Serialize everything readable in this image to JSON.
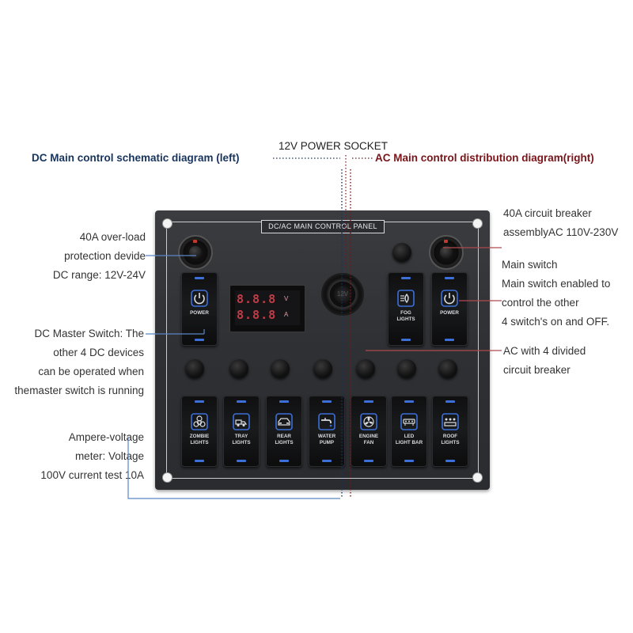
{
  "headings": {
    "dc": "DC Main control schematic diagram (left)",
    "ac": "AC Main control distribution diagram(right)",
    "socket": "12V POWER SOCKET"
  },
  "annotations": {
    "overload": [
      "40A over-load",
      "protection devide",
      "DC range: 12V-24V"
    ],
    "dc_master": [
      "DC Master Switch: The",
      "other 4 DC devices",
      "can be operated when",
      "themaster switch is running"
    ],
    "ampere": [
      "Ampere-voltage",
      "meter: Voltage",
      "100V current test 10A"
    ],
    "circuit_breaker": [
      "40A circuit breaker",
      "assemblyAC 110V-230V"
    ],
    "main_switch": [
      "Main switch",
      "Main switch enabled to",
      "control the other",
      "4 switch's on and OFF."
    ],
    "ac_divided": [
      "AC with 4 divided",
      "circuit breaker"
    ]
  },
  "panel": {
    "title": "DC/AC MAIN CONTROL PANEL",
    "meter": {
      "volt_digits": "8.8.8",
      "volt_unit": "V",
      "amp_digits": "8.8.8",
      "amp_unit": "A"
    },
    "socket_text": "12V",
    "top_switches": [
      {
        "label": "POWER",
        "icon": "power-icon"
      },
      {
        "label": "FOG\nLIGHTS",
        "icon": "fog-light-icon"
      },
      {
        "label": "POWER",
        "icon": "power-icon"
      }
    ],
    "bottom_switches": [
      {
        "label": "ZOMBIE\nLIGHTS",
        "icon": "biohazard-icon"
      },
      {
        "label": "TRAY\nLIGHTS",
        "icon": "truck-icon"
      },
      {
        "label": "REAR\nLIGHTS",
        "icon": "car-rear-icon"
      },
      {
        "label": "WATER\nPUMP",
        "icon": "faucet-icon"
      },
      {
        "label": "ENGINE\nFAN",
        "icon": "fan-icon"
      },
      {
        "label": "LED\nLIGHT BAR",
        "icon": "light-bar-icon"
      },
      {
        "label": "ROOF\nLIGHTS",
        "icon": "roof-light-icon"
      }
    ]
  },
  "colors": {
    "dc": "#17345e",
    "ac": "#7a1418",
    "lamp": "#3c6fd8"
  }
}
